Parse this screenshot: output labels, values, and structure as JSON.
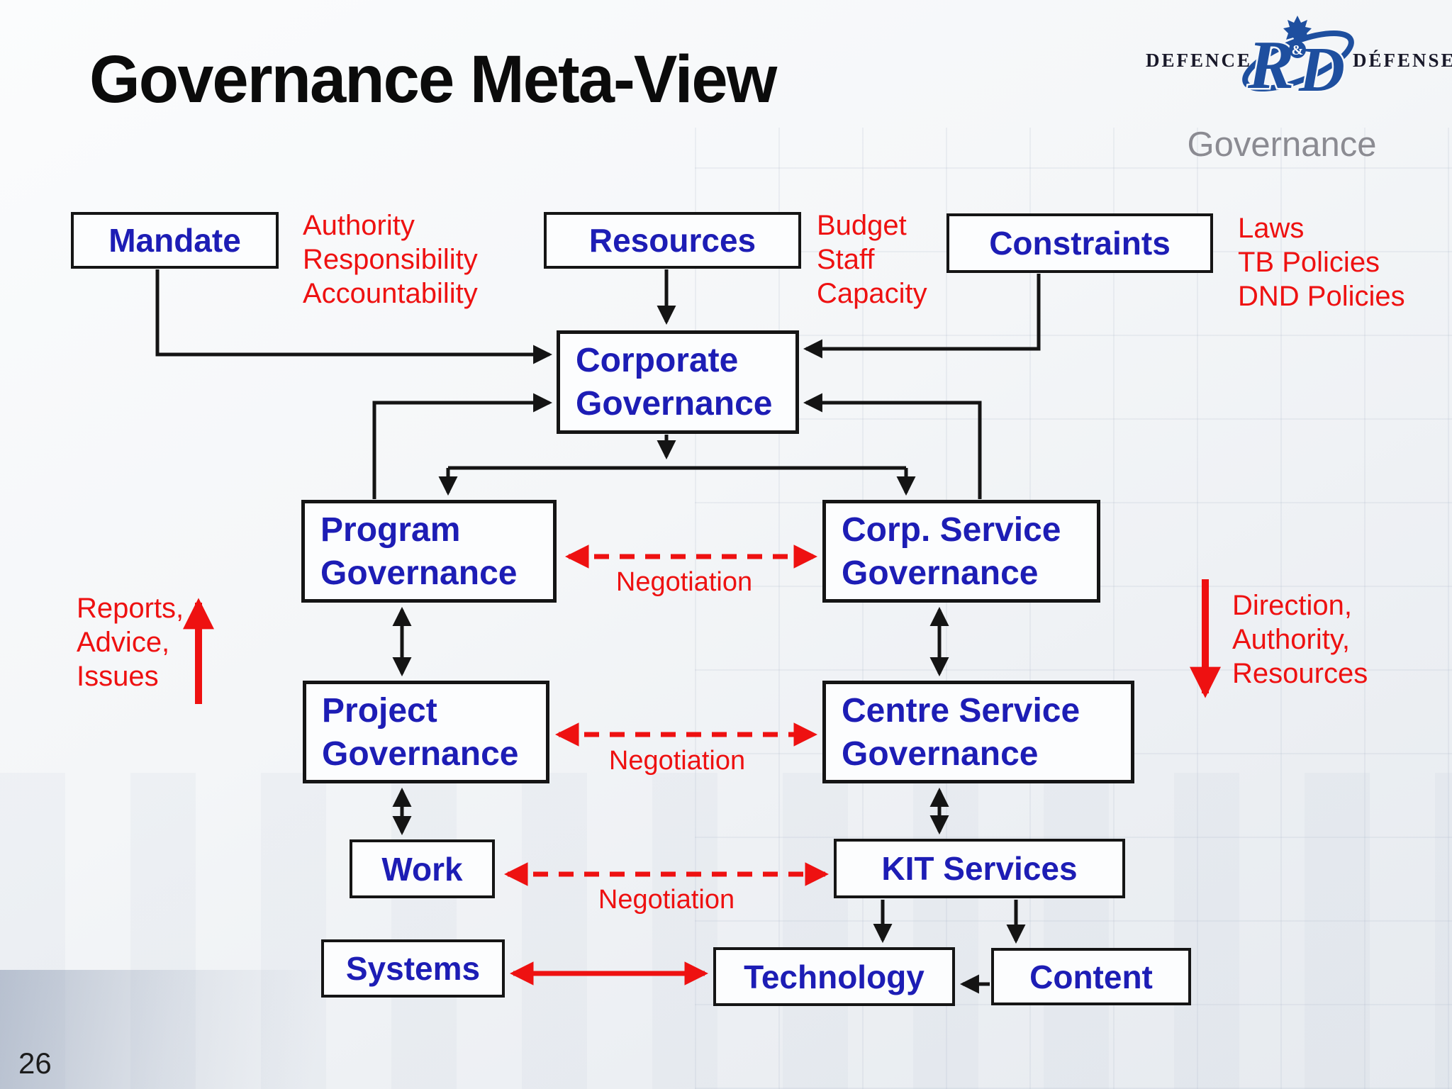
{
  "slide": {
    "title": "Governance Meta-View",
    "page_number": "26",
    "logo": {
      "word_left": "DEFENCE",
      "word_right": "DÉFENSE",
      "mark_r": "R",
      "mark_d": "D",
      "mark_amp": "&",
      "subtitle": "Governance"
    },
    "colors": {
      "box_text_blue": "#1d1db5",
      "annotation_red": "#ee1111",
      "line_black": "#141414",
      "logo_blue": "#1e4f9f",
      "subtitle_gray": "#8b8b92"
    }
  },
  "boxes": {
    "mandate": "Mandate",
    "resources": "Resources",
    "constraints": "Constraints",
    "corporate": "Corporate\nGovernance",
    "program": "Program\nGovernance",
    "corp_service": "Corp. Service\nGovernance",
    "project": "Project\nGovernance",
    "centre_service": "Centre Service\nGovernance",
    "work": "Work",
    "kit": "KIT Services",
    "systems": "Systems",
    "technology": "Technology",
    "content": "Content"
  },
  "annotations": {
    "mandate_note": "Authority\nResponsibility\nAccountability",
    "resources_note": "Budget\nStaff\nCapacity",
    "constraints_note": "Laws\nTB Policies\nDND Policies",
    "left_flow": "Reports,\nAdvice,\nIssues",
    "right_flow": "Direction,\nAuthority,\nResources",
    "negotiation_top": "Negotiation",
    "negotiation_mid": "Negotiation",
    "negotiation_bottom": "Negotiation"
  }
}
